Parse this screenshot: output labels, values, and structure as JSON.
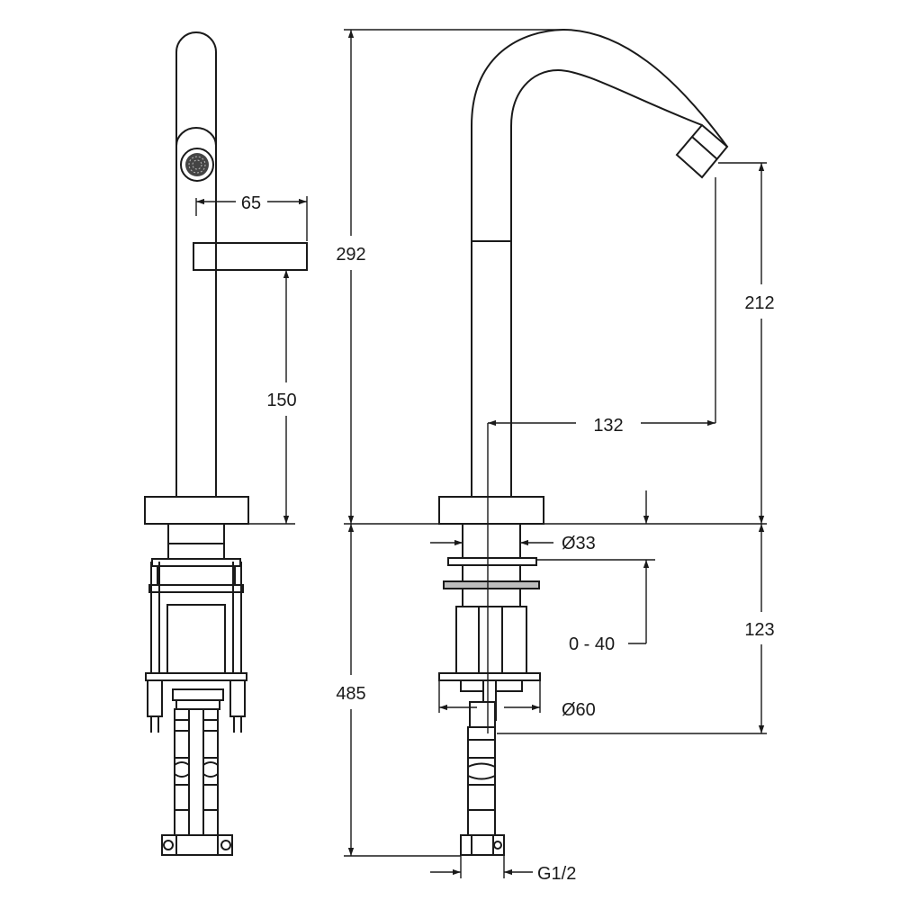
{
  "dimensions": {
    "d65": "65",
    "d150": "150",
    "d292": "292",
    "d212": "212",
    "d132": "132",
    "d33": "Ø33",
    "d0_40": "0 - 40",
    "d123": "123",
    "d485": "485",
    "d60": "Ø60",
    "thread": "G1/2"
  }
}
